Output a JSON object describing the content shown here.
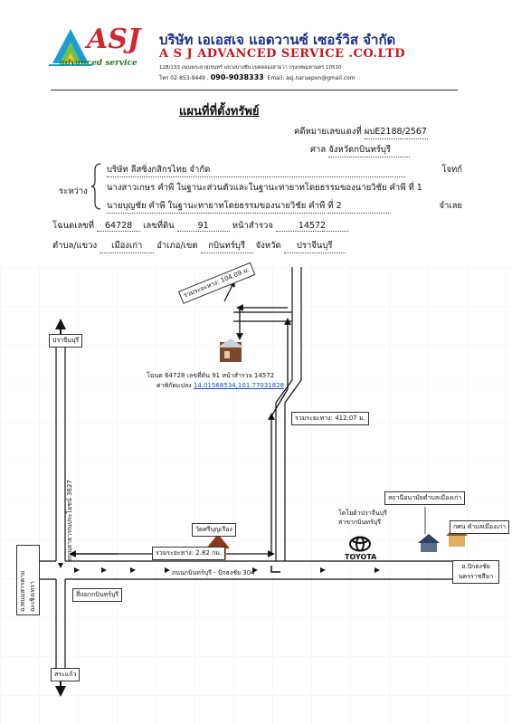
{
  "company": {
    "logo_text": "ASJ",
    "logo_sub": "advanced service",
    "name_th": "บริษัท เอเอสเจ แอดวานซ์ เซอร์วิส จำกัด",
    "name_en": "A S J ADVANCED SERVICE .CO.LTD",
    "address": "128/133 ถนนพระยาสุเรนทร์ แขวงบางชัน เขตคลองสามวา กรุงเทพมหานคร 10510",
    "tel_prefix": "โทร 02-853-9449 ,",
    "tel_mobile": "090-9038333",
    "email": "Email: asj.naruepon@gmail.com"
  },
  "doc": {
    "title": "แผนที่ที่ตั้งทรัพย์",
    "case_label": "คดีหมายเลขแดงที่",
    "case_no": "ผบE2188/2567",
    "court_label": "ศาล",
    "court": "จังหวัดกบินทร์บุรี",
    "between_label": "ระหว่าง",
    "plaintiff": "บริษัท ลีสซิ่งกสิกรไทย จำกัด",
    "plaintiff_role": "โจทก์",
    "defendant1": "นางสาวเกษร คำพี ในฐานะส่วนตัวและในฐานะทายาทโดยธรรมของนายวิชัย คำพี ที่ 1",
    "defendant2": "นายบุญชัย คำพี ในฐานะทายาทโดยธรรมของนายวิชัย คำพี",
    "defendant2_no": "ที่ 2",
    "defendant_role": "จำเลย",
    "deed_label": "โฉนดเลขที่",
    "deed_no": "64728",
    "land_no_label": "เลขที่ดิน",
    "land_no": "91",
    "survey_label": "หน้าสำรวจ",
    "survey_no": "14572",
    "subdistrict_label": "ตำบล/แขวง",
    "subdistrict": "เมืองเก่า",
    "district_label": "อำเภอ/เขต",
    "district": "กบินทร์บุรี",
    "province_label": "จังหวัด",
    "province": "ปราจีนบุรี"
  },
  "map": {
    "prop_label": "โฉนด 64728 เลขที่ดิน 91 หน้าสำรวจ 14572",
    "coord_label": "ค่าพิกัดแปลง",
    "coord_value": "14.01568534,101.77031828",
    "dist1": "รวมระยะทาง: 104.09 ม.",
    "dist2": "รวมระยะทาง: 412.07 ม.",
    "dist3": "รวมระยะทาง: 2.82 กม.",
    "prachinburi": "ปราจีนบุรี",
    "sakaeo": "สระแก้ว",
    "road_3627": "ถนนสาธารณประโยชน์ 3627",
    "road_304": "ถนนกบินทร์บุรี - ปักธงชัย 304",
    "intersection": "สี่แยกกบินทร์บุรี",
    "left_road": "อ.พนมสารคาม ฉะเชิงเทรา",
    "temple": "วัดศรีบุญเรือง",
    "toyota_shop": "โตโยต้าปราจีนบุรี สาขากบินทร์บุรี",
    "toyota_logo": "TOYOTA",
    "health": "สถานีอนามัยตำบลเมืองเก่า",
    "tambon_office": "กศน ตำบลเมืองเก่า",
    "pak_thong_chai": "อ.ปักธงชัย นครราชสีมา"
  }
}
